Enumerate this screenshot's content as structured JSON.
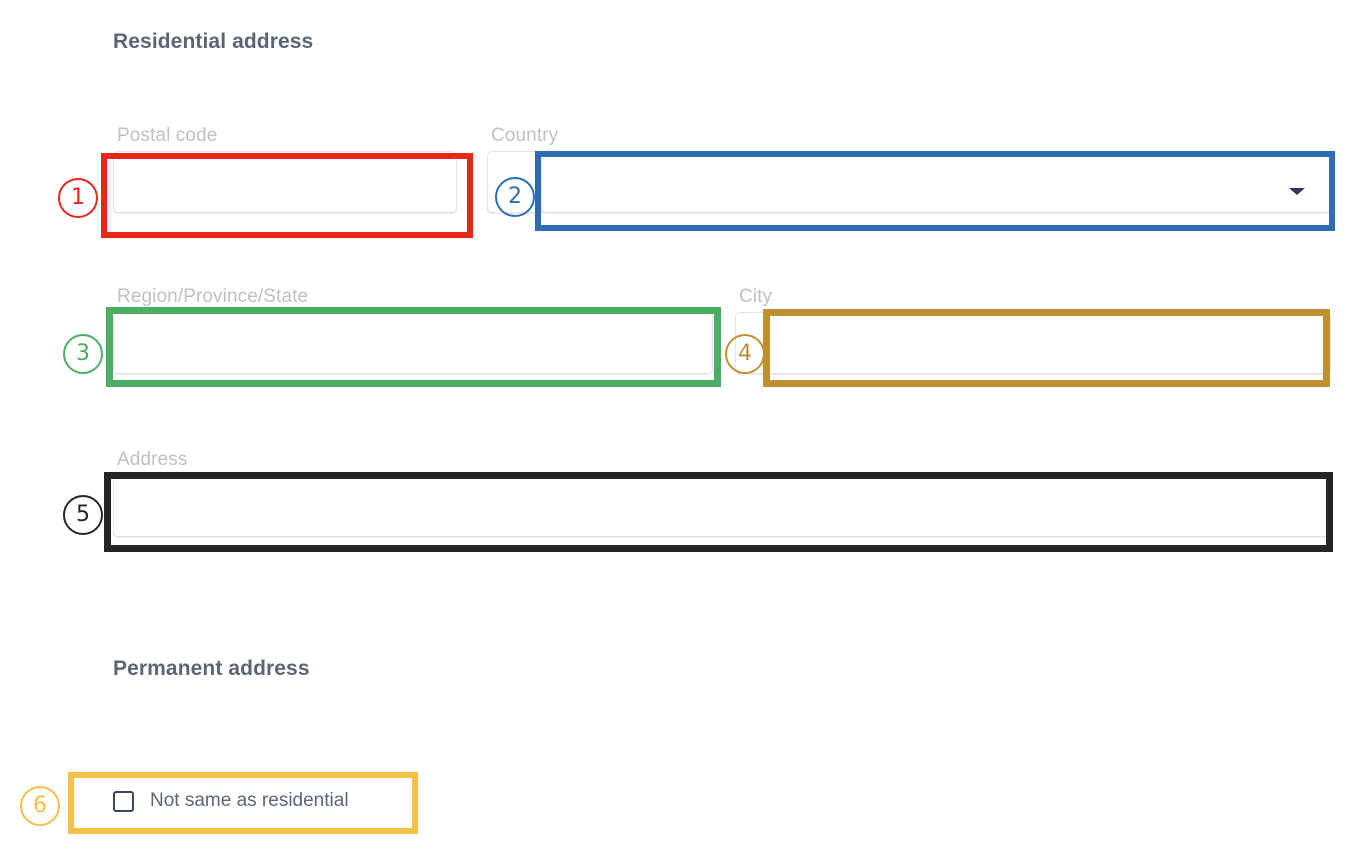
{
  "page": {
    "background": "#ffffff",
    "heading_color": "#5b6575",
    "label_color": "#bcc0c7",
    "input_border_color": "#e2e4e8"
  },
  "sections": {
    "residential": {
      "heading": "Residential address"
    },
    "permanent": {
      "heading": "Permanent address"
    }
  },
  "fields": {
    "postal_code": {
      "label": "Postal code",
      "value": "",
      "placeholder": ""
    },
    "country": {
      "label": "Country",
      "value": "",
      "placeholder": "",
      "caret_icon": "chevron-down-icon"
    },
    "region": {
      "label": "Region/Province/State",
      "value": "",
      "placeholder": ""
    },
    "city": {
      "label": "City",
      "value": "",
      "placeholder": ""
    },
    "address": {
      "label": "Address",
      "value": "",
      "placeholder": ""
    }
  },
  "checkbox": {
    "label": "Not same as residential",
    "checked": false
  },
  "annotations": [
    {
      "number": "①",
      "digit": "1",
      "target": "postal-code-field",
      "color": "#e8261a"
    },
    {
      "number": "②",
      "digit": "2",
      "target": "country-field",
      "color": "#2e6db4"
    },
    {
      "number": "③",
      "digit": "3",
      "target": "region-field",
      "color": "#4cae63"
    },
    {
      "number": "④",
      "digit": "4",
      "target": "city-field",
      "color": "#bf9030"
    },
    {
      "number": "⑤",
      "digit": "5",
      "target": "address-field",
      "color": "#262626"
    },
    {
      "number": "⑥",
      "digit": "6",
      "target": "not-same-checkbox",
      "color": "#f5c046"
    }
  ]
}
